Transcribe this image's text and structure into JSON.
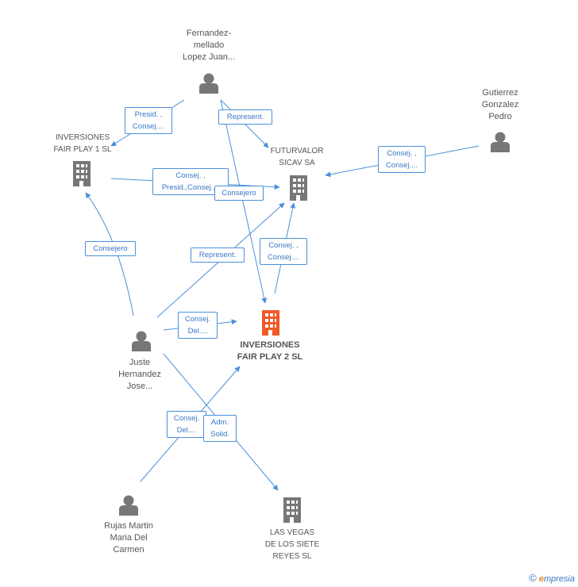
{
  "nodes": {
    "fernandez": {
      "label_lines": [
        "Fernandez-",
        "mellado",
        "Lopez Juan..."
      ],
      "type": "person"
    },
    "gutierrez": {
      "label_lines": [
        "Gutierrez",
        "Gonzalez",
        "Pedro"
      ],
      "type": "person"
    },
    "inv1": {
      "label_lines": [
        "INVERSIONES",
        "FAIR PLAY 1 SL"
      ],
      "type": "company"
    },
    "futurvalor": {
      "label_lines": [
        "FUTURVALOR",
        "SICAV SA"
      ],
      "type": "company"
    },
    "inv2": {
      "label_lines": [
        "INVERSIONES",
        "FAIR PLAY 2 SL"
      ],
      "type": "company-main"
    },
    "juste": {
      "label_lines": [
        "Juste",
        "Hernandez",
        "Jose..."
      ],
      "type": "person"
    },
    "rujas": {
      "label_lines": [
        "Rujas Martin",
        "Maria Del",
        "Carmen"
      ],
      "type": "person"
    },
    "lasvegas": {
      "label_lines": [
        "LAS VEGAS",
        "DE LOS SIETE",
        "REYES SL"
      ],
      "type": "company"
    }
  },
  "edge_labels": {
    "e1": [
      "Presid. ,",
      "Consej...."
    ],
    "e2": [
      "Represent."
    ],
    "e3": [
      "Consej. ,",
      "Consej...."
    ],
    "e4": [
      "Consej. ,",
      "Presid.,Consej...."
    ],
    "e5": [
      "Consejero"
    ],
    "e6": [
      "Consejero"
    ],
    "e7": [
      "Represent."
    ],
    "e8": [
      "Consej. ,",
      "Consej...."
    ],
    "e9": [
      "Consej.",
      "Del...."
    ],
    "e10": [
      "Consej.",
      "Del...."
    ],
    "e11": [
      "Adm.",
      "Solid."
    ]
  },
  "colors": {
    "edge": "#4a90d9",
    "person": "#777777",
    "company": "#777777",
    "main_company": "#f05a28"
  },
  "footer": {
    "copyright": "©",
    "brand_e": "e",
    "brand_rest": "mpresia"
  }
}
